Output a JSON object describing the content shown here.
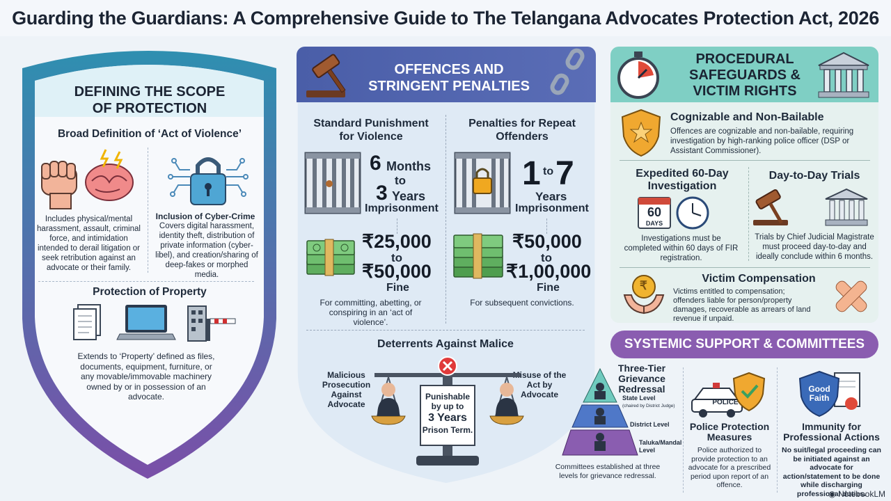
{
  "title": "Guarding the Guardians: A Comprehensive Guide to The Telangana Advocates Protection Act, 2026",
  "scope": {
    "heading": "DEFINING THE SCOPE OF PROTECTION",
    "violence_heading": "Broad Definition of ‘Act of Violence’",
    "violence_text": "Includes physical/mental harassment, assault, criminal force, and intimidation intended to derail litigation or seek retribution against an advocate or their family.",
    "cyber_heading": "Inclusion of Cyber-Crime",
    "cyber_text": "Covers digital harassment, identity theft, distribution of private information (cyber-libel), and creation/sharing of deep-fakes or morphed media.",
    "property_heading": "Protection of Property",
    "property_text": "Extends to ‘Property’ defined as files, documents, equipment, furniture, or any movable/immovable machinery owned by or in possession of an advocate."
  },
  "offences": {
    "heading": "OFFENCES AND STRINGENT PENALTIES",
    "standard_heading": "Standard Punishment for Violence",
    "standard_prison_a": "6",
    "standard_prison_a_unit": "Months",
    "standard_prison_to": "to",
    "standard_prison_b": "3",
    "standard_prison_b_unit": "Years",
    "standard_prison_label": "Imprisonment",
    "standard_fine_a": "₹25,000",
    "standard_fine_to": "to",
    "standard_fine_b": "₹50,000",
    "standard_fine_label": "Fine",
    "standard_note": "For committing, abetting, or conspiring in an ‘act of violence’.",
    "repeat_heading": "Penalties for Repeat Offenders",
    "repeat_prison_a": "1",
    "repeat_prison_to": "to",
    "repeat_prison_b": "7",
    "repeat_prison_unit": "Years",
    "repeat_prison_label": "Imprisonment",
    "repeat_fine_a": "₹50,000",
    "repeat_fine_to": "to",
    "repeat_fine_b": "₹1,00,000",
    "repeat_fine_label": "Fine",
    "repeat_note": "For subsequent convictions.",
    "deterrent_heading": "Deterrents Against Malice",
    "malicious_label": "Malicious Prosecution Against Advocate",
    "misuse_label": "Misuse of the Act by Advocate",
    "punish_a": "Punishable by up to",
    "punish_b": "3 Years",
    "punish_c": "Prison Term."
  },
  "procedural": {
    "heading": "PROCEDURAL SAFEGUARDS & VICTIM RIGHTS",
    "cognizable_heading": "Cognizable and Non-Bailable",
    "cognizable_text": "Offences are cognizable and non-bailable, requiring investigation by high-ranking police officer (DSP or Assistant Commissioner).",
    "investigation_heading": "Expedited 60-Day Investigation",
    "calendar_num": "60",
    "calendar_label": "DAYS",
    "investigation_text": "Investigations must be completed within 60 days of FIR registration.",
    "trials_heading": "Day-to-Day Trials",
    "trials_text": "Trials by Chief Judicial Magistrate must proceed day-to-day and ideally conclude within 6 months.",
    "victim_heading": "Victim Compensation",
    "victim_text": "Victims entitled to compensation; offenders liable for person/property damages, recoverable as arrears of land revenue if unpaid."
  },
  "systemic": {
    "heading": "SYSTEMIC SUPPORT & COMMITTEES",
    "grievance_heading": "Three-Tier Grievance Redressal",
    "state_level": "State Level",
    "state_note": "(chaired by District Judge)",
    "district_level": "District Level",
    "taluka_level": "Taluka/Mandal Level",
    "grievance_text": "Committees established at three levels for grievance redressal.",
    "police_badge": "POLICE",
    "police_heading": "Police Protection Measures",
    "police_text": "Police authorized to provide protection to an advocate for a prescribed period upon report of an offence.",
    "good_faith": "Good Faith",
    "immunity_heading": "Immunity for Professional Actions",
    "immunity_text": "No suit/legal proceeding can be initiated against an advocate for action/statement to be done while discharging professional duties."
  },
  "footer": "NotebookLM"
}
